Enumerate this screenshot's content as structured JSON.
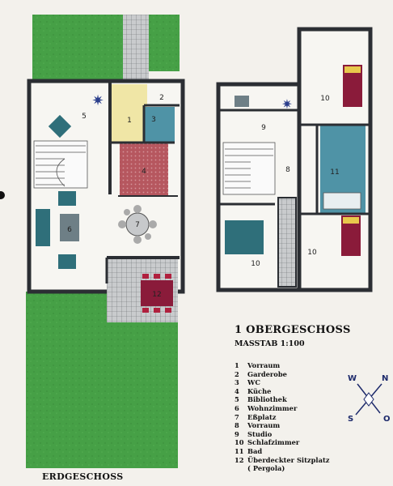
{
  "titles": {
    "upper_floor": "1 OBERGESCHOSS",
    "scale": "MASSTAB 1:100",
    "ground_floor": "ERDGESCHOSS"
  },
  "legend": [
    {
      "num": "1",
      "label": "Vorraum"
    },
    {
      "num": "2",
      "label": "Garderobe"
    },
    {
      "num": "3",
      "label": "WC"
    },
    {
      "num": "4",
      "label": "Küche"
    },
    {
      "num": "5",
      "label": "Bibliothek"
    },
    {
      "num": "6",
      "label": "Wohnzimmer"
    },
    {
      "num": "7",
      "label": "Eßplatz"
    },
    {
      "num": "8",
      "label": "Vorraum"
    },
    {
      "num": "9",
      "label": "Studio"
    },
    {
      "num": "10",
      "label": "Schlafzimmer"
    },
    {
      "num": "11",
      "label": "Bad"
    },
    {
      "num": "12",
      "label": "Überdeckter Sitzplatz"
    },
    {
      "num": "",
      "label": "( Pergola)"
    }
  ],
  "compass": {
    "w": "W",
    "n": "N",
    "s": "S",
    "o": "O"
  },
  "ground_floor_labels": {
    "r1": "1",
    "r2": "2",
    "r3": "3",
    "r4": "4",
    "r5": "5",
    "r6": "6",
    "r7": "7",
    "r12": "12"
  },
  "upper_floor_labels": {
    "r8": "8",
    "r9": "9",
    "r10a": "10",
    "r10b": "10",
    "r10c": "10",
    "r11": "11"
  },
  "colors": {
    "lawn": "#46a046",
    "walls": "#2b2e33",
    "hall": "#f0e6a6",
    "bath": "#4f93a6",
    "kitchen": "#a8616a",
    "bed": "#8a1b3a",
    "bed_accent": "#e8c84c",
    "furniture": "#2f6f7a",
    "paving": "#bfc2c5",
    "paper": "#f3f1ec"
  }
}
